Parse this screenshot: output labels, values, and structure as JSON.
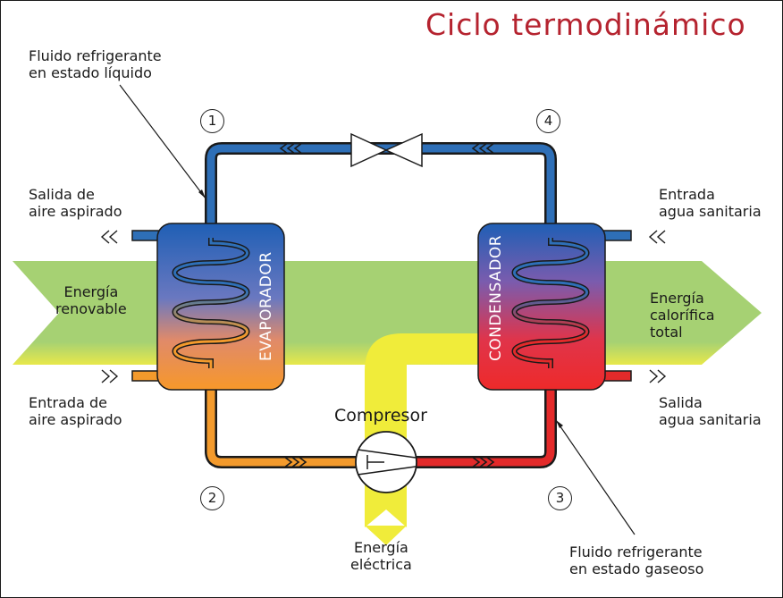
{
  "title": "Ciclo termodinámico",
  "labels": {
    "liquid_fluid": [
      "Fluido refrigerante",
      "en estado líquido"
    ],
    "gaseous_fluid": [
      "Fluido refrigerante",
      "en estado gaseoso"
    ],
    "exhaust_air_out": [
      "Salida de",
      "aire aspirado"
    ],
    "exhaust_air_in": [
      "Entrada de",
      "aire aspirado"
    ],
    "water_in": [
      "Entrada",
      "agua sanitaria"
    ],
    "water_out": [
      "Salida",
      "agua sanitaria"
    ],
    "renewable_energy": [
      "Energía",
      "renovable"
    ],
    "total_heat_energy": [
      "Energía",
      "calorífica",
      "total"
    ],
    "electric_energy": [
      "Energía",
      "eléctrica"
    ],
    "compressor": "Compresor",
    "evaporator": "EVAPORADOR",
    "condenser": "CONDENSADOR"
  },
  "points": [
    "1",
    "2",
    "3",
    "4"
  ],
  "colors": {
    "title": "#b5232f",
    "pipe_blue": "#2e6fb7",
    "pipe_orange": "#f39a2c",
    "pipe_red": "#e32a2a",
    "energy_green": "#a6d173",
    "energy_yellow": "#f0ec3a"
  }
}
